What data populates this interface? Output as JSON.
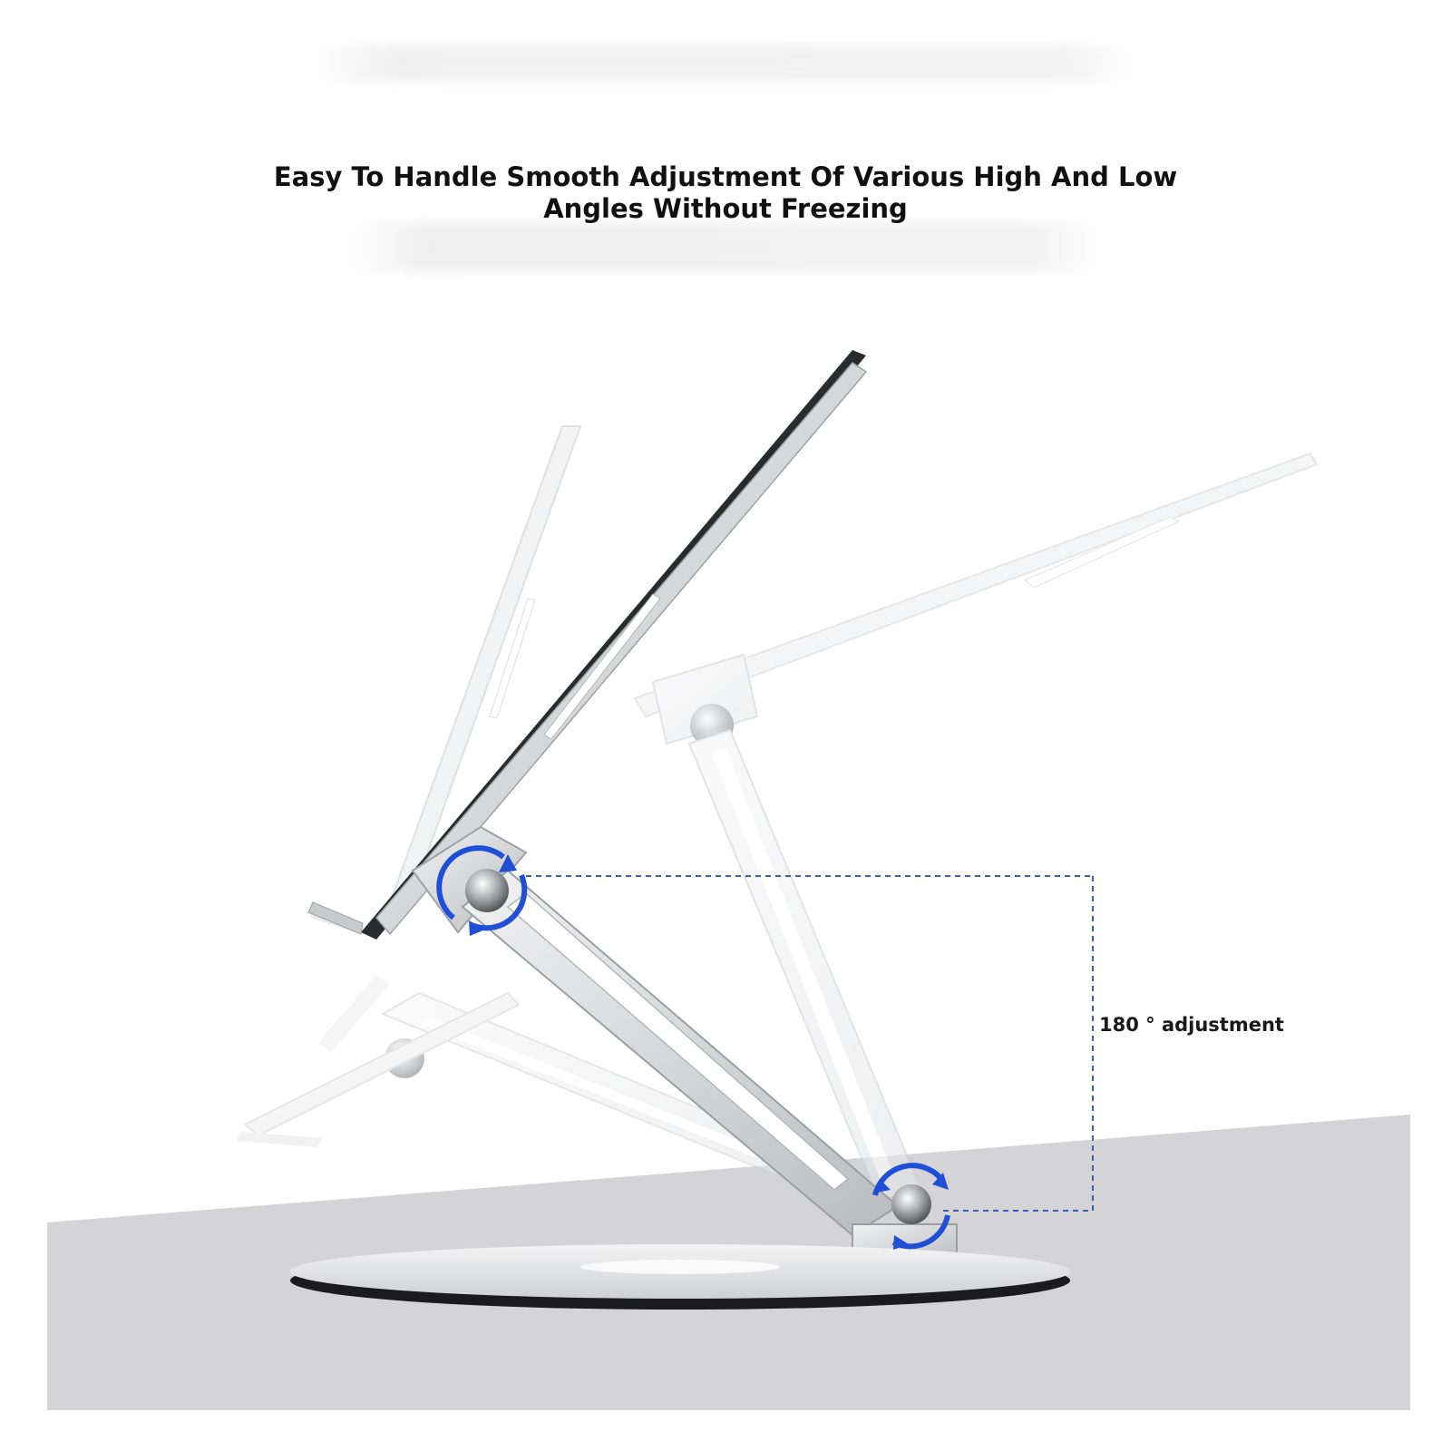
{
  "headline": {
    "line1": "Easy To Handle Smooth Adjustment Of Various High And Low",
    "line2": "Angles Without Freezing"
  },
  "callout": {
    "label": "180 ° adjustment"
  },
  "colors": {
    "accent_blue": "#1f4fd6",
    "dashed_line": "#3a5fb0",
    "table_gray": "#d4d4d6",
    "aluminum": "#d9dadc",
    "aluminum_dark": "#a8aaad",
    "base_black": "#1b1b1d"
  },
  "icons": [
    "rotate-arrows-icon",
    "hinge-pivot-icon"
  ]
}
